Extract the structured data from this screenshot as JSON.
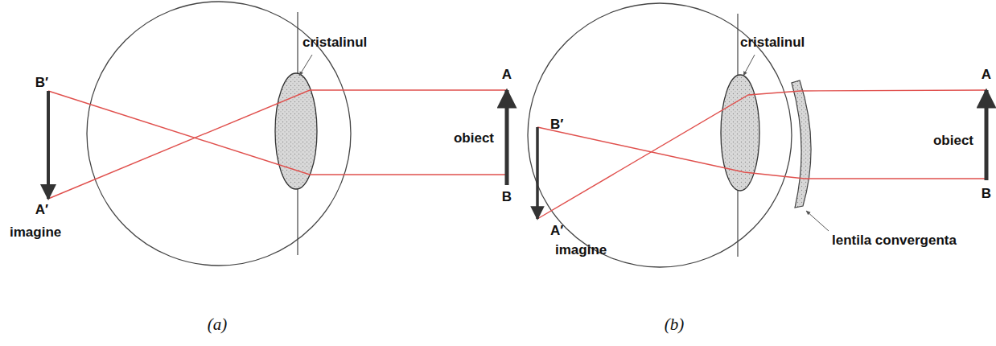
{
  "diagram": {
    "labels": [
      "cristalinul",
      "B′",
      "A′",
      "imagine",
      "A",
      "obiect",
      "B",
      "(a)",
      "cristalinul",
      "B′",
      "A′",
      "imagine",
      "A",
      "obiect",
      "B",
      "lentila convergenta",
      "(b)"
    ]
  }
}
